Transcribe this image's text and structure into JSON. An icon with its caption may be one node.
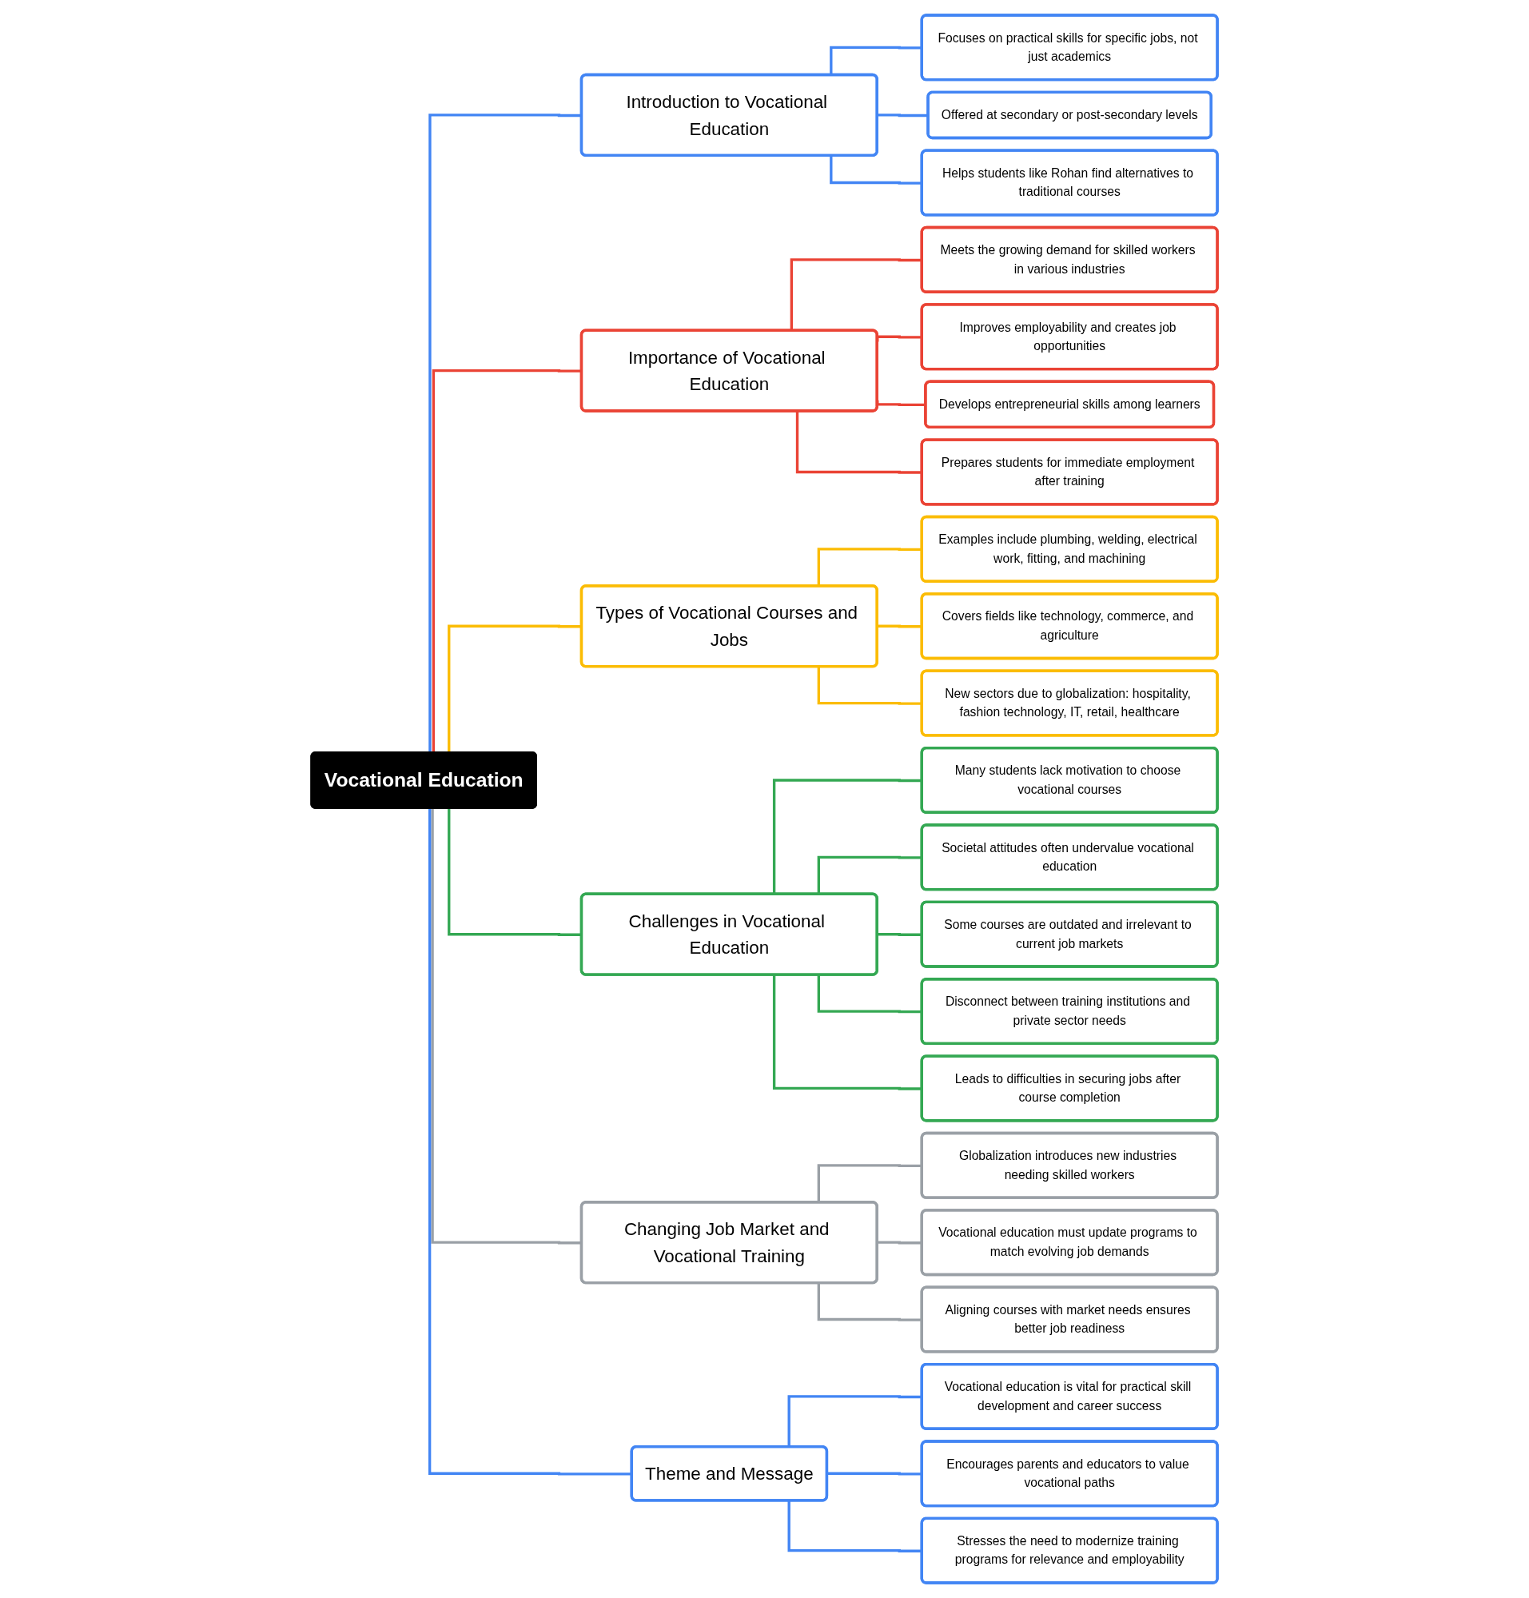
{
  "diagram": {
    "nodes": [
      {
        "text": [
          "Vocational Education"
        ]
      },
      {
        "text": [
          "Introduction to Vocational Education"
        ]
      },
      {
        "text": [
          "Focuses on practical skills for specific jobs, not just academics"
        ]
      },
      {
        "text": [
          "Offered at secondary or post-secondary levels"
        ]
      },
      {
        "text": [
          "Helps students like Rohan find alternatives to traditional courses"
        ]
      },
      {
        "text": [
          "Importance of Vocational Education"
        ]
      },
      {
        "text": [
          "Meets the growing demand for skilled workers in various industries"
        ]
      },
      {
        "text": [
          "Improves employability and creates job opportunities"
        ]
      },
      {
        "text": [
          "Develops entrepreneurial skills among learners"
        ]
      },
      {
        "text": [
          "Prepares students for immediate employment after training"
        ]
      },
      {
        "text": [
          "Types of Vocational Courses and Jobs"
        ]
      },
      {
        "text": [
          "Examples include plumbing, welding, electrical work, fitting, and machining"
        ]
      },
      {
        "text": [
          "Covers fields like technology, commerce, and agriculture"
        ]
      },
      {
        "text": [
          "New sectors due to globalization: hospitality, fashion technology, IT, retail, healthcare"
        ]
      },
      {
        "text": [
          "Challenges in Vocational Education"
        ]
      },
      {
        "text": [
          "Many students lack motivation to choose vocational courses"
        ]
      },
      {
        "text": [
          "Societal attitudes often undervalue vocational education"
        ]
      },
      {
        "text": [
          "Some courses are outdated and irrelevant to current job markets"
        ]
      },
      {
        "text": [
          "Disconnect between training institutions and private sector needs"
        ]
      },
      {
        "text": [
          "Leads to difficulties in securing jobs after course completion"
        ]
      },
      {
        "text": [
          "Changing Job Market and Vocational Training"
        ]
      },
      {
        "text": [
          "Globalization introduces new industries needing skilled workers"
        ]
      },
      {
        "text": [
          "Vocational education must update programs to match evolving job demands"
        ]
      },
      {
        "text": [
          "Aligning courses with market needs ensures better job readiness"
        ]
      },
      {
        "text": [
          "Theme and Message"
        ]
      },
      {
        "text": [
          "Vocational education is vital for practical skill development and career success"
        ]
      },
      {
        "text": [
          "Encourages parents and educators to value vocational paths"
        ]
      },
      {
        "text": [
          "Stresses the need to modernize training programs for relevance and employability"
        ]
      }
    ],
    "edges": [
      {
        "from": 0,
        "to": 1,
        "arrow": "none",
        "color": "#4285f4"
      },
      {
        "from": 1,
        "to": 2,
        "arrow": "none",
        "color": "#4285f4"
      },
      {
        "from": 1,
        "to": 3,
        "arrow": "none",
        "color": "#4285f4"
      },
      {
        "from": 1,
        "to": 4,
        "arrow": "none",
        "color": "#4285f4"
      },
      {
        "from": 0,
        "to": 5,
        "arrow": "none",
        "color": "#ea4335"
      },
      {
        "from": 5,
        "to": 6,
        "arrow": "none",
        "color": "#ea4335"
      },
      {
        "from": 5,
        "to": 7,
        "arrow": "none",
        "color": "#ea4335"
      },
      {
        "from": 5,
        "to": 8,
        "arrow": "none",
        "color": "#ea4335"
      },
      {
        "from": 5,
        "to": 9,
        "arrow": "none",
        "color": "#ea4335"
      },
      {
        "from": 0,
        "to": 10,
        "arrow": "none",
        "color": "#fbbc04"
      },
      {
        "from": 10,
        "to": 11,
        "arrow": "none",
        "color": "#fbbc04"
      },
      {
        "from": 10,
        "to": 12,
        "arrow": "none",
        "color": "#fbbc04"
      },
      {
        "from": 10,
        "to": 13,
        "arrow": "none",
        "color": "#fbbc04"
      },
      {
        "from": 0,
        "to": 14,
        "arrow": "none",
        "color": "#34a853"
      },
      {
        "from": 14,
        "to": 15,
        "arrow": "none",
        "color": "#34a853"
      },
      {
        "from": 14,
        "to": 16,
        "arrow": "none",
        "color": "#34a853"
      },
      {
        "from": 14,
        "to": 17,
        "arrow": "none",
        "color": "#34a853"
      },
      {
        "from": 14,
        "to": 18,
        "arrow": "none",
        "color": "#34a853"
      },
      {
        "from": 14,
        "to": 19,
        "arrow": "none",
        "color": "#34a853"
      },
      {
        "from": 0,
        "to": 20,
        "arrow": "none",
        "color": "#9aa0a6"
      },
      {
        "from": 20,
        "to": 21,
        "arrow": "none",
        "color": "#9aa0a6"
      },
      {
        "from": 20,
        "to": 22,
        "arrow": "none",
        "color": "#9aa0a6"
      },
      {
        "from": 20,
        "to": 23,
        "arrow": "none",
        "color": "#9aa0a6"
      },
      {
        "from": 0,
        "to": 24,
        "arrow": "none",
        "color": "#4285f4"
      },
      {
        "from": 24,
        "to": 25,
        "arrow": "none",
        "color": "#4285f4"
      },
      {
        "from": 24,
        "to": 26,
        "arrow": "none",
        "color": "#4285f4"
      },
      {
        "from": 24,
        "to": 27,
        "arrow": "none",
        "color": "#4285f4"
      }
    ]
  }
}
